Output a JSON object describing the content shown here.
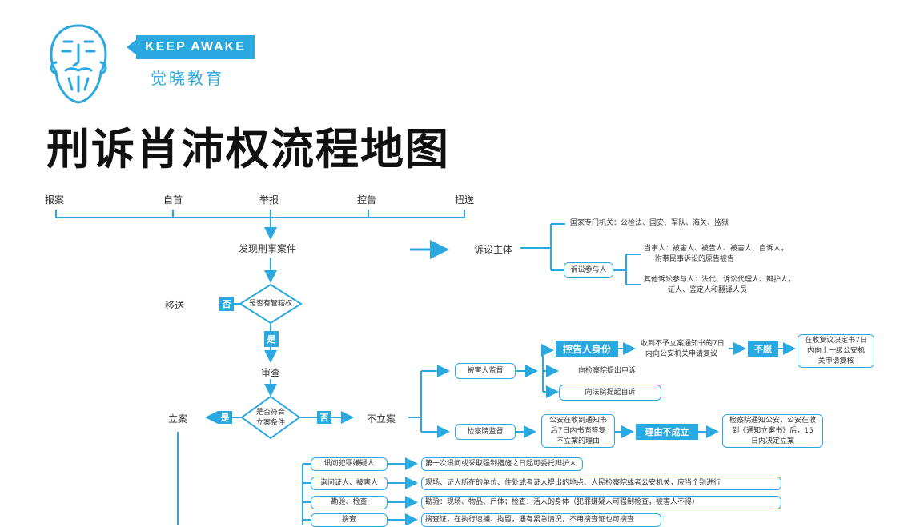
{
  "brand": {
    "tag": "KEEP AWAKE",
    "name_cn": "觉晓教育"
  },
  "title": "刑诉肖沛权流程地图",
  "sources": [
    "报案",
    "自首",
    "举报",
    "控告",
    "扭送"
  ],
  "discover": "发现刑事案件",
  "subject": {
    "label": "诉讼主体",
    "group1": "国家专门机关：公检法、国安、军队、海关、监狱",
    "group2_label": "诉讼参与人",
    "group2_a_line1": "当事人：被害人、被告人、被害人、自诉人，",
    "group2_a_line2": "附带民事诉讼的原告被告",
    "group2_b_line1": "其他诉讼参与人：法代、诉讼代理人、辩护人，",
    "group2_b_line2": "证人、鉴定人和翻译人员"
  },
  "transfer": "移送",
  "no_tag": "否",
  "yes_tag": "是",
  "diamond1": "是否有管辖权",
  "review": "审查",
  "diamond2_line1": "是否符合",
  "diamond2_line2": "立案条件",
  "filing": "立案",
  "not_filing": "不立案",
  "supervision": {
    "victim_supervision": "被害人监督",
    "accuser_identity": "控告人身份",
    "reconsider_note_line1": "收到不予立案通知书的7日",
    "reconsider_note_line2": "内向公安机关申请复议",
    "reject_tag": "不服",
    "upper_review_line1": "在收复议决定书7日",
    "upper_review_line2": "内向上一级公安机",
    "upper_review_line3": "关申请复核",
    "proc_appeal": "向检察院提出申诉",
    "private_suit": "向法院提起自诉",
    "proc_supervision": "检察院监督",
    "police_explain_line1": "公安在收到通知书",
    "police_explain_line2": "后7日内书面答复",
    "police_explain_line3": "不立案的理由",
    "reason_invalid_tag": "理由不成立",
    "notify_line1": "检察院通知公安，公安在收",
    "notify_line2": "到《通知立案书》后，15",
    "notify_line3": "日内决定立案"
  },
  "measures": [
    {
      "label": "讯问犯罪嫌疑人",
      "detail": "第一次讯问或采取强制措施之日起可委托辩护人"
    },
    {
      "label": "询问证人、被害人",
      "detail": "现场、证人所在的单位、住处或者证人提出的地点、人民检察院或者公安机关，应当个别进行"
    },
    {
      "label": "勘验、检查",
      "detail": "勘验：现场、物品、尸体；检查：活人的身体（犯罪嫌疑人可强制检查，被害人不得）"
    },
    {
      "label": "搜查",
      "detail": "搜查证，在执行逮捕、拘留，遇有紧急情况，不用搜查证也可搜查"
    }
  ],
  "colors": {
    "accent": "#29a9e0",
    "text": "#222222"
  },
  "icons": {
    "logo": "bearded-man-logo-icon"
  }
}
